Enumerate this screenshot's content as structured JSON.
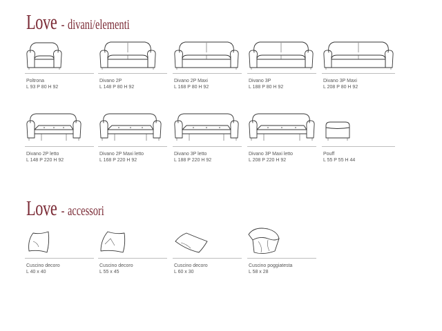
{
  "sections": [
    {
      "title_main": "Love",
      "title_dash": "-",
      "title_sub": "divani/elementi"
    },
    {
      "title_main": "Love",
      "title_dash": "-",
      "title_sub": "accessori"
    }
  ],
  "elements": [
    {
      "name": "Poltrona",
      "dims": "L 93 P 80 H 92"
    },
    {
      "name": "Divano 2P",
      "dims": "L 148 P 80 H 92"
    },
    {
      "name": "Divano 2P Maxi",
      "dims": "L 168 P 80 H 92"
    },
    {
      "name": "Divano 3P",
      "dims": "L 188 P 80 H 92"
    },
    {
      "name": "Divano 3P Maxi",
      "dims": "L 208 P 80 H 92"
    },
    {
      "name": "Divano 2P letto",
      "dims": "L 148 P 220 H 92"
    },
    {
      "name": "Divano 2P Maxi letto",
      "dims": "L 168 P 220 H 92"
    },
    {
      "name": "Divano 3P letto",
      "dims": "L 188 P 220 H 92"
    },
    {
      "name": "Divano 3P Maxi letto",
      "dims": "L 208 P 220 H 92"
    },
    {
      "name": "Pouff",
      "dims": "L 55 P 55 H 44"
    }
  ],
  "accessories": [
    {
      "name": "Cuscino decoro",
      "dims": "L 40 x 40"
    },
    {
      "name": "Cuscino decoro",
      "dims": "L 55 x 45"
    },
    {
      "name": "Cuscino decoro",
      "dims": "L 60 x 30"
    },
    {
      "name": "Cuscino poggiatesta",
      "dims": "L 58 x 28"
    }
  ],
  "colors": {
    "title": "#7a2a35",
    "rule": "#bdbdbd",
    "line_art": "#333333"
  }
}
